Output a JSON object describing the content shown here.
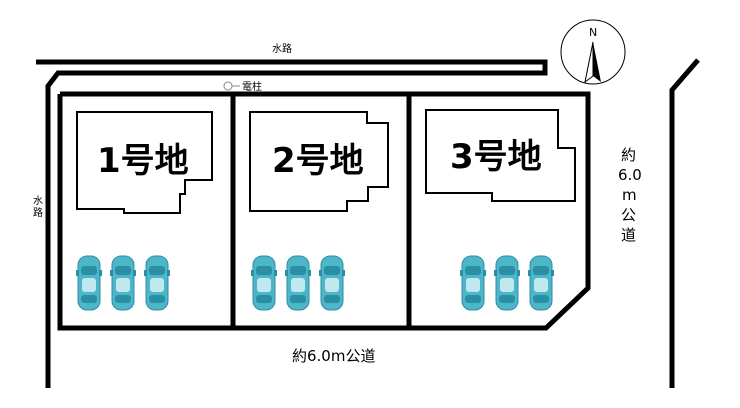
{
  "labels": {
    "waterway_top": "水路",
    "waterway_left": "水路",
    "pole": "電柱",
    "road_bottom": "約6.0m公道",
    "road_right_1": "約",
    "road_right_2": "6.0",
    "road_right_3": "m",
    "road_right_4": "公",
    "road_right_5": "道",
    "north": "N"
  },
  "lots": [
    {
      "name": "1号地",
      "parking_spaces": 3
    },
    {
      "name": "2号地",
      "parking_spaces": 3
    },
    {
      "name": "3号地",
      "parking_spaces": 3
    }
  ],
  "colors": {
    "line": "#000000",
    "car": "#4fb6c9",
    "car_dark": "#2a8fa3",
    "car_light": "#bfe8ef"
  }
}
